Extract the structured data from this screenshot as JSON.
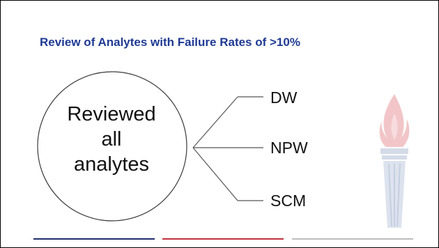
{
  "title": "Review of Analytes with Failure Rates of >10%",
  "center": {
    "lines": [
      "Reviewed",
      "all",
      "analytes"
    ]
  },
  "branches": [
    "DW",
    "NPW",
    "SCM"
  ],
  "colors": {
    "title": "#1f3a93",
    "bar_navy": "#1f2d6e",
    "bar_red": "#c0323c",
    "bar_gray": "#bdbdbd",
    "torch_red": "#f2c6c8",
    "torch_blue": "#d4dbe8"
  },
  "decor": {
    "torch_icon": "torch-icon"
  }
}
